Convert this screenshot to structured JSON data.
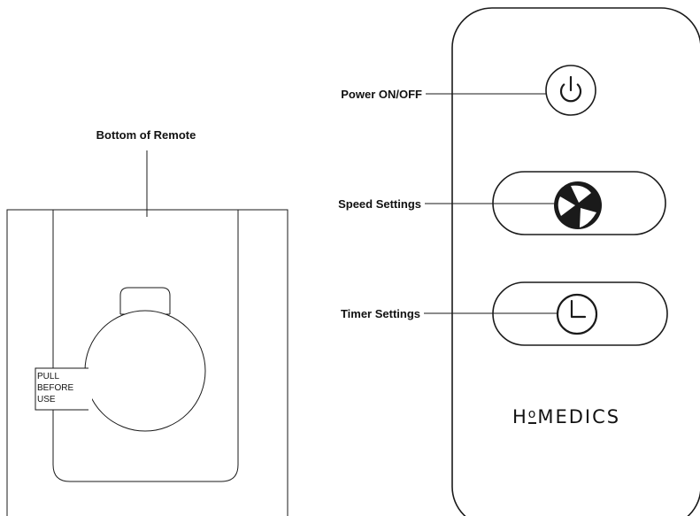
{
  "labels": {
    "bottom_of_remote": "Bottom of Remote",
    "power": "Power ON/OFF",
    "speed": "Speed Settings",
    "timer": "Timer Settings"
  },
  "battery_tab": {
    "line1": "PULL",
    "line2": "BEFORE",
    "line3": "USE"
  },
  "brand": {
    "prefix": "H",
    "o": "o",
    "suffix": "MEDICS"
  },
  "icons": {
    "power_button": "power-icon",
    "speed_button": "fan-icon",
    "timer_button": "clock-icon"
  },
  "colors": {
    "line": "#1a1a1a",
    "background": "#ffffff"
  }
}
